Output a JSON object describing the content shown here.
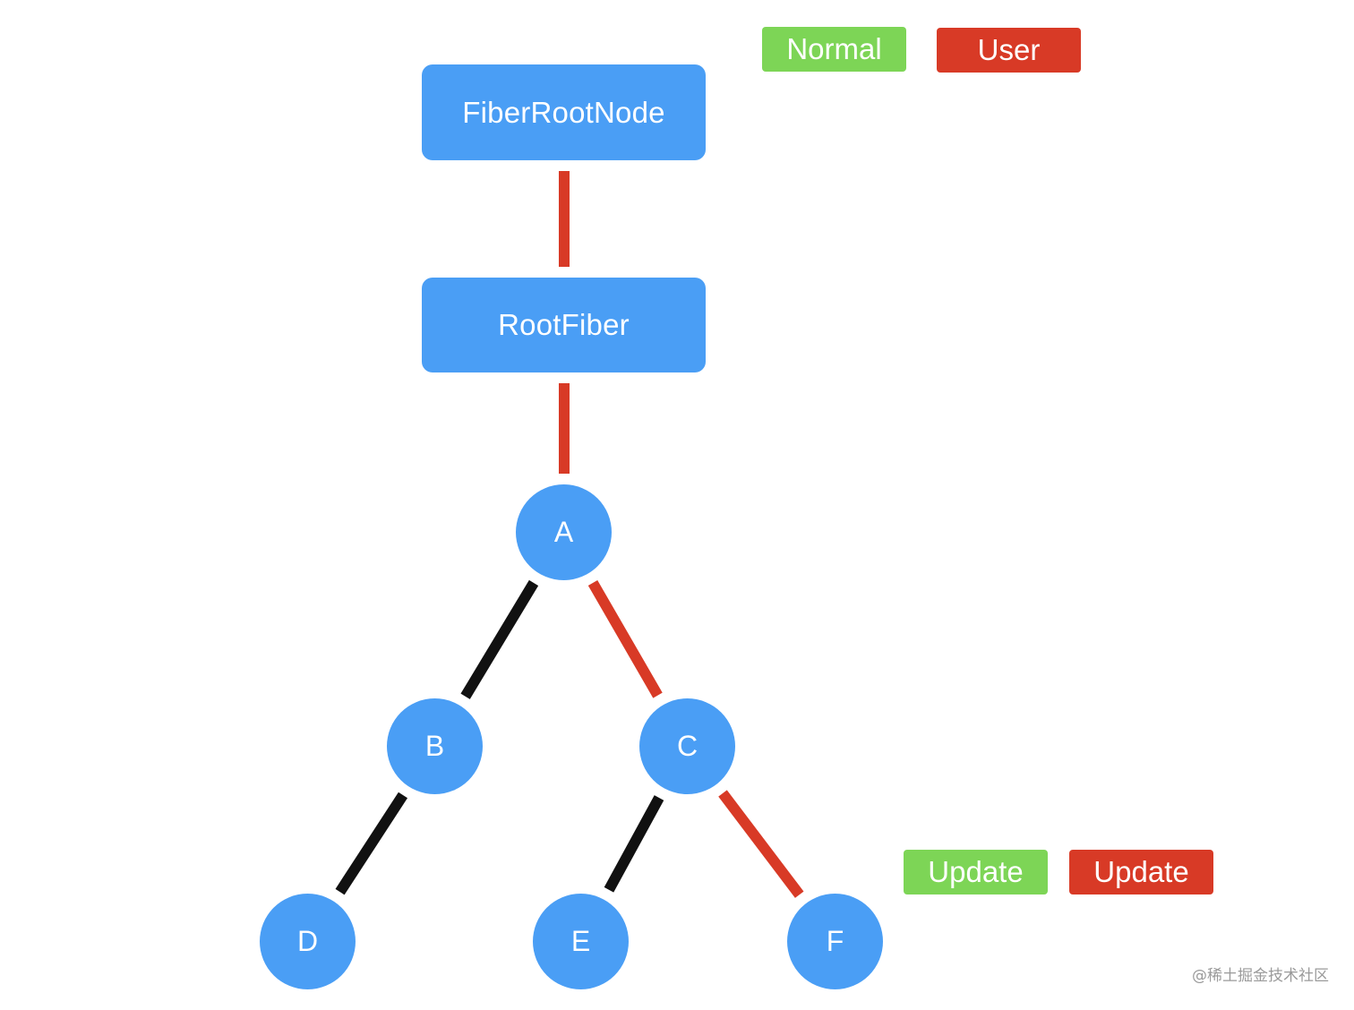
{
  "colors": {
    "node": "#4a9ef5",
    "normal": "#7dd556",
    "user": "#d83a26",
    "edge_black": "#111111",
    "edge_red": "#d83a26"
  },
  "legend": {
    "normal_label": "Normal",
    "user_label": "User"
  },
  "nodes": {
    "fiber_root_node": "FiberRootNode",
    "root_fiber": "RootFiber",
    "a": "A",
    "b": "B",
    "c": "C",
    "d": "D",
    "e": "E",
    "f": "F"
  },
  "edges": [
    {
      "from": "fiber_root_node",
      "to": "root_fiber",
      "color": "red"
    },
    {
      "from": "root_fiber",
      "to": "a",
      "color": "red"
    },
    {
      "from": "a",
      "to": "b",
      "color": "black"
    },
    {
      "from": "a",
      "to": "c",
      "color": "red"
    },
    {
      "from": "b",
      "to": "d",
      "color": "black"
    },
    {
      "from": "c",
      "to": "e",
      "color": "black"
    },
    {
      "from": "c",
      "to": "f",
      "color": "red"
    }
  ],
  "update_tags": {
    "normal_update_label": "Update",
    "user_update_label": "Update"
  },
  "watermark": "@稀土掘金技术社区"
}
